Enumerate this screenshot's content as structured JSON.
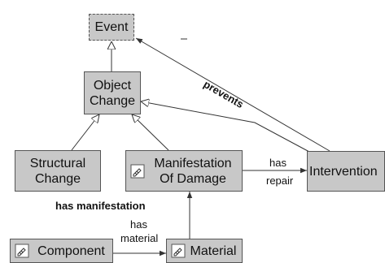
{
  "diagram": {
    "nodes": {
      "event": "Event",
      "object_change_line1": "Object",
      "object_change_line2": "Change",
      "structural_change_line1": "Structural",
      "structural_change_line2": "Change",
      "manifestation_line1": "Manifestation",
      "manifestation_line2": "Of Damage",
      "intervention": "Intervention",
      "component": "Component",
      "material": "Material"
    },
    "edge_labels": {
      "prevents": "prevents",
      "has_repair_line1": "has",
      "has_repair_line2": "repair",
      "has_manifestation": "has manifestation",
      "has_material_line1": "has",
      "has_material_line2": "material"
    },
    "icons": {
      "instance_marker": "tag-icon"
    },
    "colors": {
      "node_fill": "#c8c8c8",
      "node_border": "#555555",
      "edge": "#333333"
    }
  }
}
